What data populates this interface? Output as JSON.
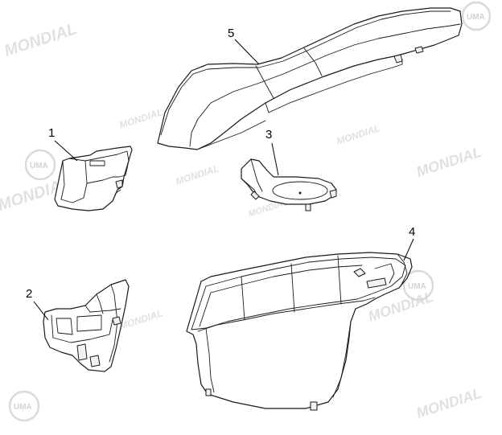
{
  "watermark": {
    "brand": "MONDIAL",
    "logo": "UMA",
    "color": "#d6d6d6"
  },
  "callouts": [
    {
      "id": "1",
      "label": "1"
    },
    {
      "id": "2",
      "label": "2"
    },
    {
      "id": "3",
      "label": "3"
    },
    {
      "id": "4",
      "label": "4"
    },
    {
      "id": "5",
      "label": "5"
    }
  ]
}
